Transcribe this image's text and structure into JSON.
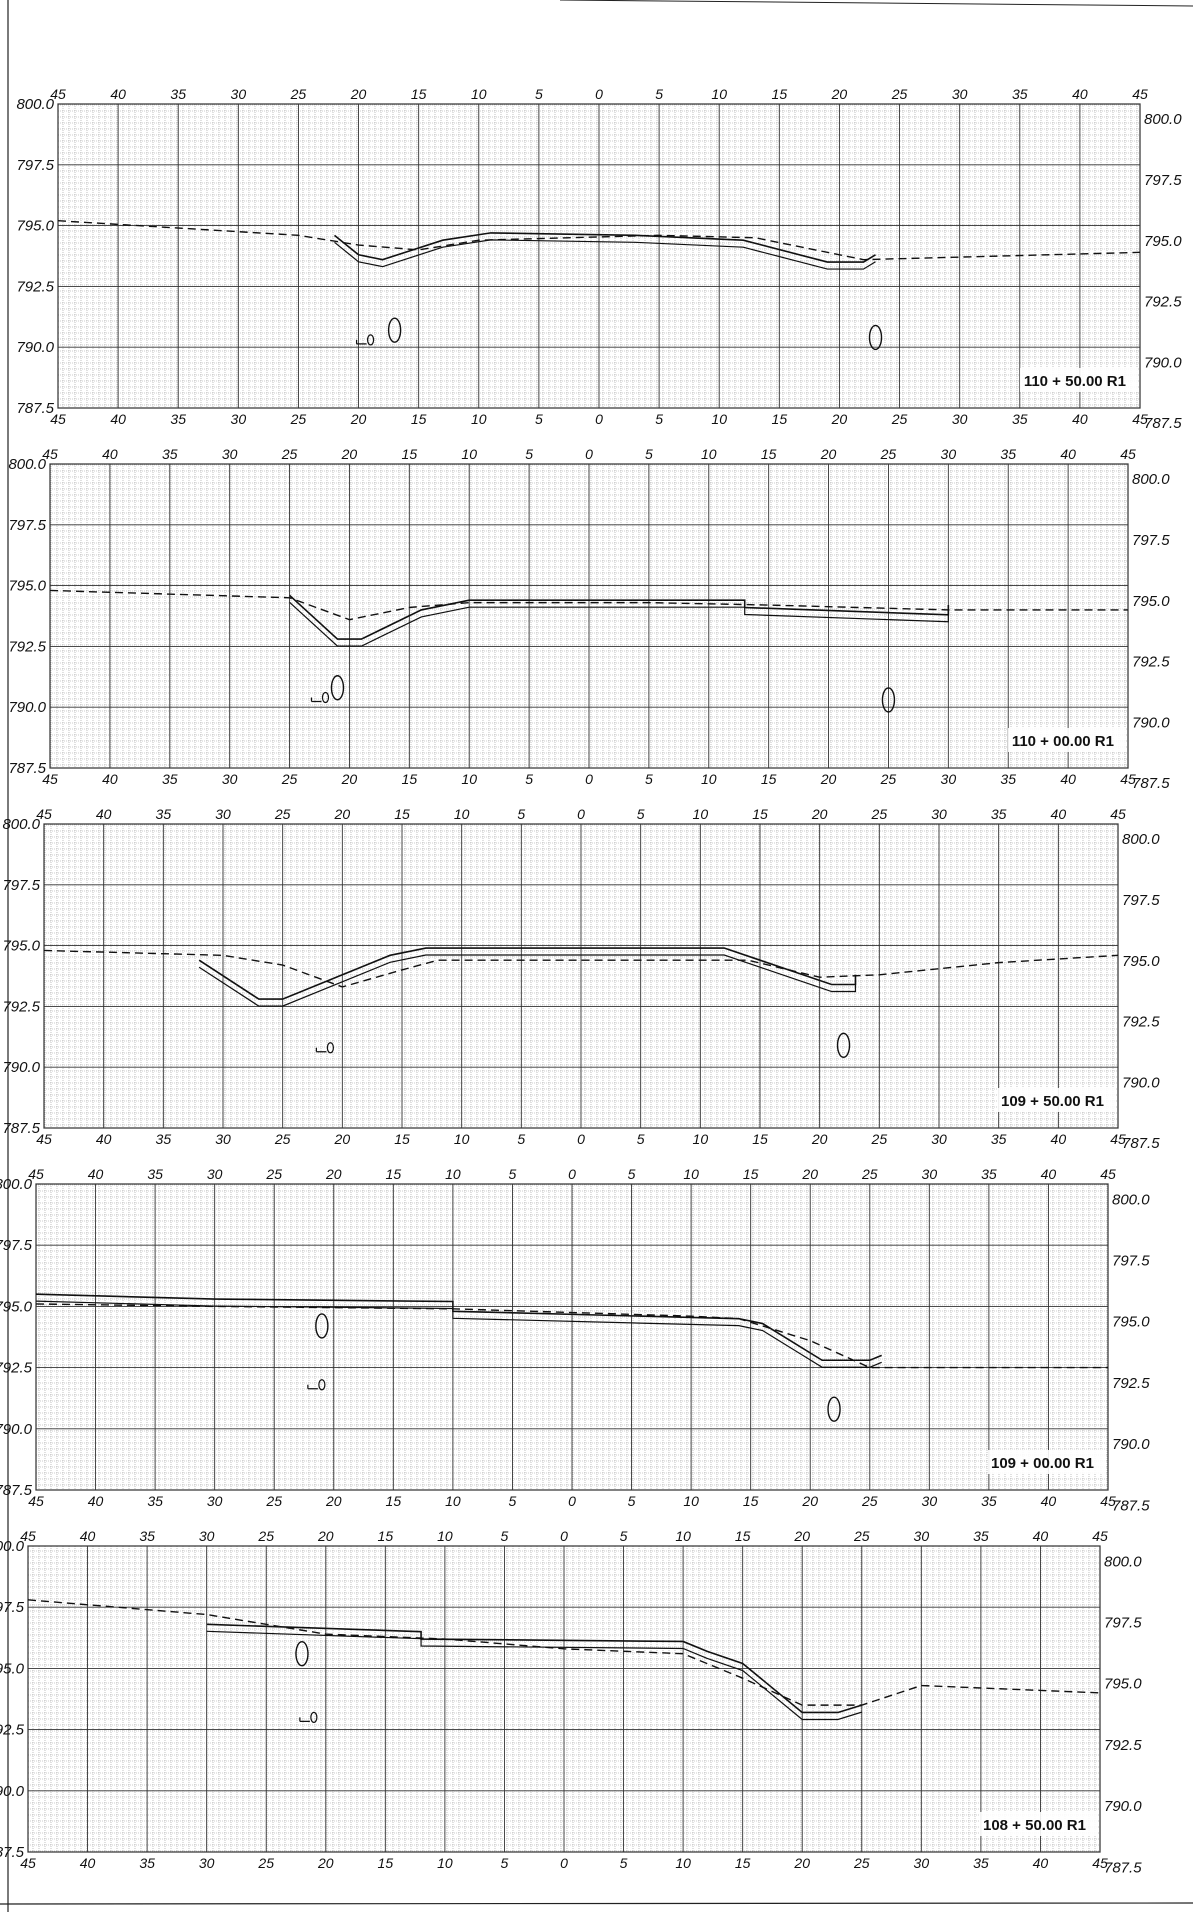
{
  "document": {
    "type": "cross-section sheet",
    "panels": [
      {
        "station": "110 + 50.00  R1",
        "elevation_labels": [
          "800.0",
          "797.5",
          "795.0",
          "792.5",
          "790.0",
          "787.5"
        ],
        "offset_labels": [
          "45",
          "40",
          "35",
          "30",
          "25",
          "20",
          "15",
          "10",
          "5",
          "0",
          "5",
          "10",
          "15",
          "20",
          "25",
          "30",
          "35",
          "40",
          "45"
        ],
        "existing_ground": [
          [
            -45,
            795.2
          ],
          [
            -25,
            794.6
          ],
          [
            -20,
            794.2
          ],
          [
            -15,
            794.0
          ],
          [
            -10,
            794.4
          ],
          [
            5,
            794.6
          ],
          [
            13,
            794.5
          ],
          [
            17,
            794.1
          ],
          [
            22,
            793.6
          ],
          [
            45,
            793.9
          ]
        ],
        "proposed_section": [
          [
            -22,
            794.6
          ],
          [
            -20,
            793.8
          ],
          [
            -18,
            793.6
          ],
          [
            -13,
            794.4
          ],
          [
            -9,
            794.7
          ],
          [
            3,
            794.6
          ],
          [
            12,
            794.4
          ],
          [
            19,
            793.5
          ],
          [
            22,
            793.5
          ],
          [
            23,
            793.8
          ]
        ],
        "markers": [
          {
            "offset": -17,
            "elev": 790.7,
            "kind": "ellipse"
          },
          {
            "offset": 23,
            "elev": 790.4,
            "kind": "ellipse"
          },
          {
            "offset": -19,
            "elev": 790.3,
            "kind": "small"
          }
        ]
      },
      {
        "station": "110 + 00.00  R1",
        "elevation_labels": [
          "800.0",
          "797.5",
          "795.0",
          "792.5",
          "790.0",
          "787.5"
        ],
        "offset_labels": [
          "45",
          "40",
          "35",
          "30",
          "25",
          "20",
          "15",
          "10",
          "5",
          "0",
          "5",
          "10",
          "15",
          "20",
          "25",
          "30",
          "35",
          "40",
          "45"
        ],
        "existing_ground": [
          [
            -45,
            794.8
          ],
          [
            -25,
            794.5
          ],
          [
            -20,
            793.6
          ],
          [
            -15,
            794.1
          ],
          [
            -10,
            794.3
          ],
          [
            5,
            794.3
          ],
          [
            15,
            794.2
          ],
          [
            30,
            794.0
          ],
          [
            45,
            794.0
          ]
        ],
        "proposed_section": [
          [
            -25,
            794.6
          ],
          [
            -21,
            792.8
          ],
          [
            -19,
            792.8
          ],
          [
            -14,
            794.0
          ],
          [
            -10,
            794.4
          ],
          [
            13,
            794.4
          ],
          [
            13,
            794.1
          ],
          [
            30,
            793.8
          ],
          [
            30,
            794.2
          ]
        ],
        "markers": [
          {
            "offset": -21,
            "elev": 790.8,
            "kind": "ellipse"
          },
          {
            "offset": 25,
            "elev": 790.3,
            "kind": "ellipse"
          },
          {
            "offset": -22,
            "elev": 790.4,
            "kind": "small"
          }
        ]
      },
      {
        "station": "109 + 50.00  R1",
        "elevation_labels": [
          "800.0",
          "797.5",
          "795.0",
          "792.5",
          "790.0",
          "787.5"
        ],
        "offset_labels": [
          "45",
          "40",
          "35",
          "30",
          "25",
          "20",
          "15",
          "10",
          "5",
          "0",
          "5",
          "10",
          "15",
          "20",
          "25",
          "30",
          "35",
          "40",
          "45"
        ],
        "existing_ground": [
          [
            -45,
            794.8
          ],
          [
            -30,
            794.6
          ],
          [
            -25,
            794.2
          ],
          [
            -20,
            793.3
          ],
          [
            -15,
            794.0
          ],
          [
            -12,
            794.4
          ],
          [
            14,
            794.4
          ],
          [
            20,
            793.7
          ],
          [
            25,
            793.8
          ],
          [
            35,
            794.3
          ],
          [
            45,
            794.6
          ]
        ],
        "proposed_section": [
          [
            -32,
            794.4
          ],
          [
            -27,
            792.8
          ],
          [
            -25,
            792.8
          ],
          [
            -16,
            794.6
          ],
          [
            -13,
            794.9
          ],
          [
            12,
            794.9
          ],
          [
            15,
            794.4
          ],
          [
            21,
            793.4
          ],
          [
            23,
            793.4
          ],
          [
            23,
            793.8
          ]
        ],
        "markers": [
          {
            "offset": 22,
            "elev": 790.9,
            "kind": "ellipse"
          },
          {
            "offset": -21,
            "elev": 790.8,
            "kind": "small"
          }
        ]
      },
      {
        "station": "109 + 00.00  R1",
        "elevation_labels": [
          "800.0",
          "797.5",
          "795.0",
          "792.5",
          "790.0",
          "787.5"
        ],
        "offset_labels": [
          "45",
          "40",
          "35",
          "30",
          "25",
          "20",
          "15",
          "10",
          "5",
          "0",
          "5",
          "10",
          "15",
          "20",
          "25",
          "30",
          "35",
          "40",
          "45"
        ],
        "existing_ground": [
          [
            -45,
            795.1
          ],
          [
            -30,
            795.0
          ],
          [
            -10,
            794.9
          ],
          [
            10,
            794.6
          ],
          [
            14,
            794.5
          ],
          [
            20,
            793.6
          ],
          [
            25,
            792.5
          ],
          [
            45,
            792.5
          ]
        ],
        "proposed_section": [
          [
            -45,
            795.5
          ],
          [
            -30,
            795.3
          ],
          [
            -10,
            795.2
          ],
          [
            -10,
            794.8
          ],
          [
            14,
            794.5
          ],
          [
            16,
            794.3
          ],
          [
            21,
            792.8
          ],
          [
            25,
            792.8
          ],
          [
            26,
            793.0
          ]
        ],
        "markers": [
          {
            "offset": -21,
            "elev": 794.2,
            "kind": "ellipse"
          },
          {
            "offset": 22,
            "elev": 790.8,
            "kind": "ellipse"
          },
          {
            "offset": -21,
            "elev": 791.8,
            "kind": "small"
          }
        ]
      },
      {
        "station": "108 + 50.00  R1",
        "elevation_labels": [
          "800.0",
          "797.5",
          "795.0",
          "792.5",
          "790.0",
          "787.5"
        ],
        "offset_labels": [
          "45",
          "40",
          "35",
          "30",
          "25",
          "20",
          "15",
          "10",
          "5",
          "0",
          "5",
          "10",
          "15",
          "20",
          "25",
          "30",
          "35",
          "40",
          "45"
        ],
        "existing_ground": [
          [
            -45,
            797.8
          ],
          [
            -30,
            797.2
          ],
          [
            -20,
            796.4
          ],
          [
            -10,
            796.2
          ],
          [
            0,
            795.8
          ],
          [
            10,
            795.6
          ],
          [
            15,
            794.6
          ],
          [
            20,
            793.5
          ],
          [
            25,
            793.5
          ],
          [
            30,
            794.3
          ],
          [
            45,
            794.0
          ]
        ],
        "proposed_section": [
          [
            -30,
            796.8
          ],
          [
            -12,
            796.5
          ],
          [
            -12,
            796.2
          ],
          [
            10,
            796.1
          ],
          [
            12,
            795.7
          ],
          [
            15,
            795.2
          ],
          [
            20,
            793.2
          ],
          [
            23,
            793.2
          ],
          [
            25,
            793.5
          ]
        ],
        "markers": [
          {
            "offset": -22,
            "elev": 795.6,
            "kind": "ellipse"
          },
          {
            "offset": -21,
            "elev": 793.0,
            "kind": "small"
          }
        ]
      }
    ]
  }
}
